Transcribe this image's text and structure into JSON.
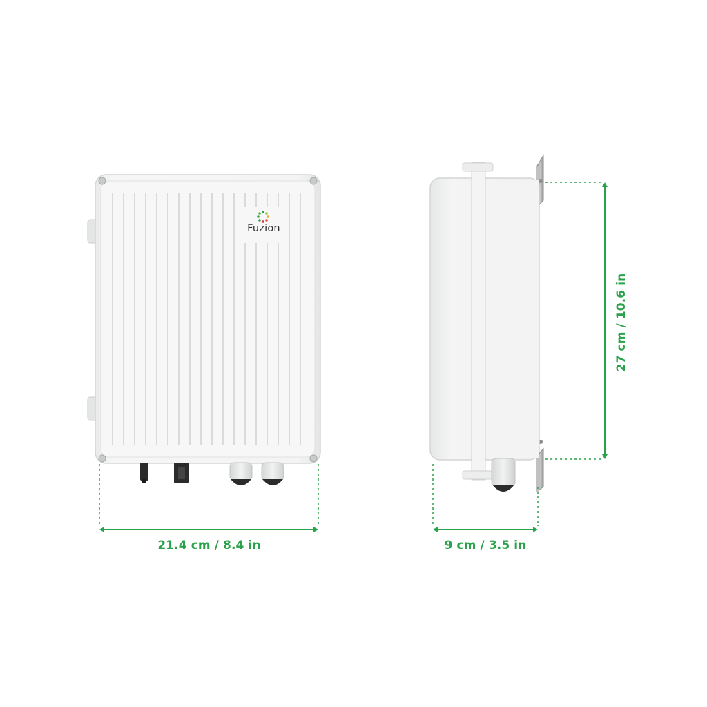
{
  "product": {
    "brand_name": "Fuzion"
  },
  "dimensions": {
    "width_front": "21.4 cm / 8.4 in",
    "depth_side": "9 cm / 3.5 in",
    "height_side": "27 cm / 10.6 in"
  },
  "colors": {
    "dimension_accent": "#2aa24a",
    "enclosure_body": "#f1f2f2",
    "enclosure_edge": "#d6d8d9",
    "connector_dark": "#2b2b2b",
    "bracket_metal": "#a9aaa9"
  }
}
